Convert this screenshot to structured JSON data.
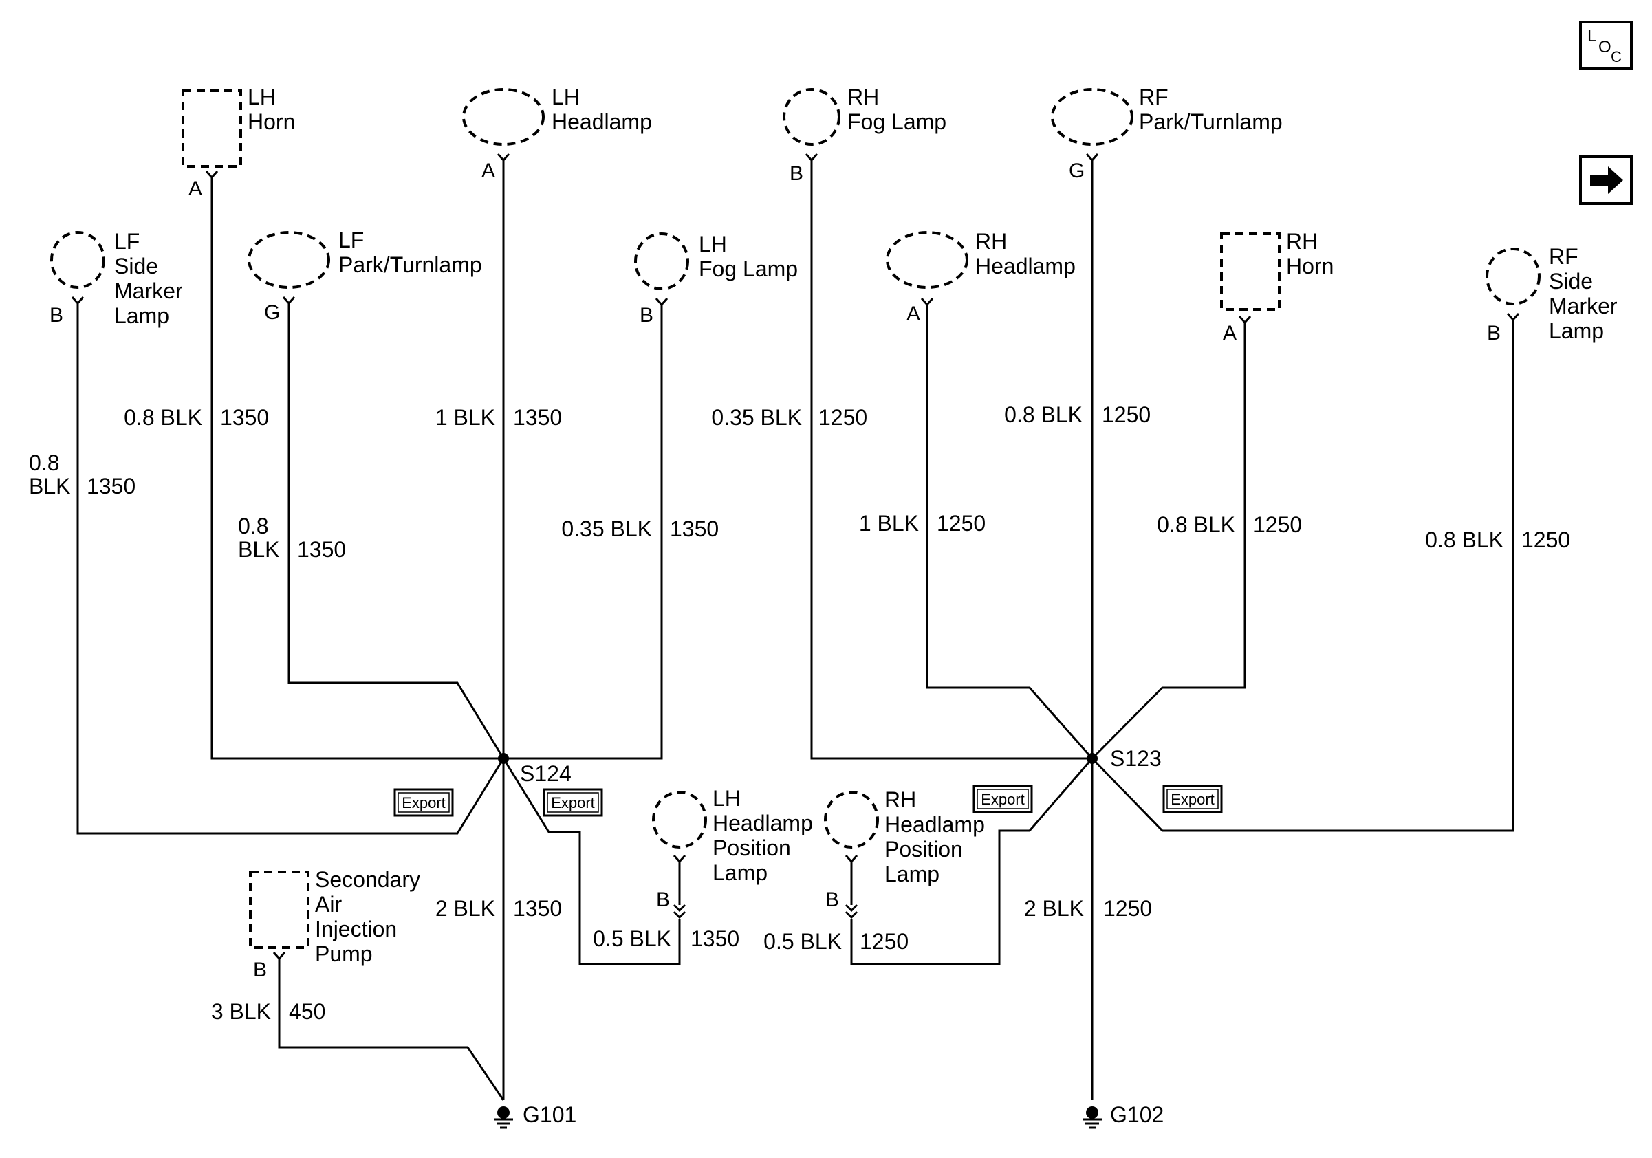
{
  "nav": {
    "loc_l": "L",
    "loc_o": "O",
    "loc_c": "C",
    "next_icon": "right-arrow-icon"
  },
  "components": {
    "lh_horn": [
      "LH",
      "Horn"
    ],
    "lh_headlamp": [
      "LH",
      "Headlamp"
    ],
    "rh_fog_lamp": [
      "RH",
      "Fog Lamp"
    ],
    "rf_park_turnlamp": [
      "RF",
      "Park/Turnlamp"
    ],
    "lf_side_marker": [
      "LF",
      "Side",
      "Marker",
      "Lamp"
    ],
    "lf_park_turnlamp": [
      "LF",
      "Park/Turnlamp"
    ],
    "lh_fog_lamp": [
      "LH",
      "Fog Lamp"
    ],
    "rh_headlamp": [
      "RH",
      "Headlamp"
    ],
    "rh_horn": [
      "RH",
      "Horn"
    ],
    "rf_side_marker": [
      "RF",
      "Side",
      "Marker",
      "Lamp"
    ],
    "lh_headlamp_position": [
      "LH",
      "Headlamp",
      "Position",
      "Lamp"
    ],
    "rh_headlamp_position": [
      "RH",
      "Headlamp",
      "Position",
      "Lamp"
    ],
    "secondary_air_pump": [
      "Secondary",
      "Air",
      "Injection",
      "Pump"
    ]
  },
  "pins": {
    "lh_horn": "A",
    "lh_headlamp": "A",
    "rh_fog_lamp": "B",
    "rf_park_turnlamp": "G",
    "lf_side_marker": "B",
    "lf_park_turnlamp": "G",
    "lh_fog_lamp": "B",
    "rh_headlamp": "A",
    "rh_horn": "A",
    "rf_side_marker": "B",
    "lh_headlamp_position": "B",
    "rh_headlamp_position": "B",
    "secondary_air_pump": "B"
  },
  "wires": {
    "lh_horn": {
      "size": "0.8 BLK",
      "circuit": "1350"
    },
    "lh_headlamp": {
      "size": "1 BLK",
      "circuit": "1350"
    },
    "rh_fog_lamp": {
      "size": "0.35 BLK",
      "circuit": "1250"
    },
    "rf_park_turnlamp": {
      "size": "0.8 BLK",
      "circuit": "1250"
    },
    "lf_side_marker": {
      "size_1": "0.8",
      "size_2": "BLK",
      "circuit": "1350"
    },
    "lf_park_turnlamp": {
      "size_1": "0.8",
      "size_2": "BLK",
      "circuit": "1350"
    },
    "lh_fog_lamp": {
      "size": "0.35 BLK",
      "circuit": "1350"
    },
    "rh_headlamp": {
      "size": "1 BLK",
      "circuit": "1250"
    },
    "rh_horn": {
      "size": "0.8 BLK",
      "circuit": "1250"
    },
    "rf_side_marker": {
      "size": "0.8 BLK",
      "circuit": "1250"
    },
    "s124_ground": {
      "size": "2 BLK",
      "circuit": "1350"
    },
    "s123_ground": {
      "size": "2 BLK",
      "circuit": "1250"
    },
    "lh_headlamp_position": {
      "size": "0.5 BLK",
      "circuit": "1350"
    },
    "rh_headlamp_position": {
      "size": "0.5 BLK",
      "circuit": "1250"
    },
    "secondary_air_pump": {
      "size": "3 BLK",
      "circuit": "450"
    }
  },
  "splices": {
    "left": "S124",
    "right": "S123"
  },
  "grounds": {
    "left": "G101",
    "right": "G102"
  },
  "export_label": "Export"
}
